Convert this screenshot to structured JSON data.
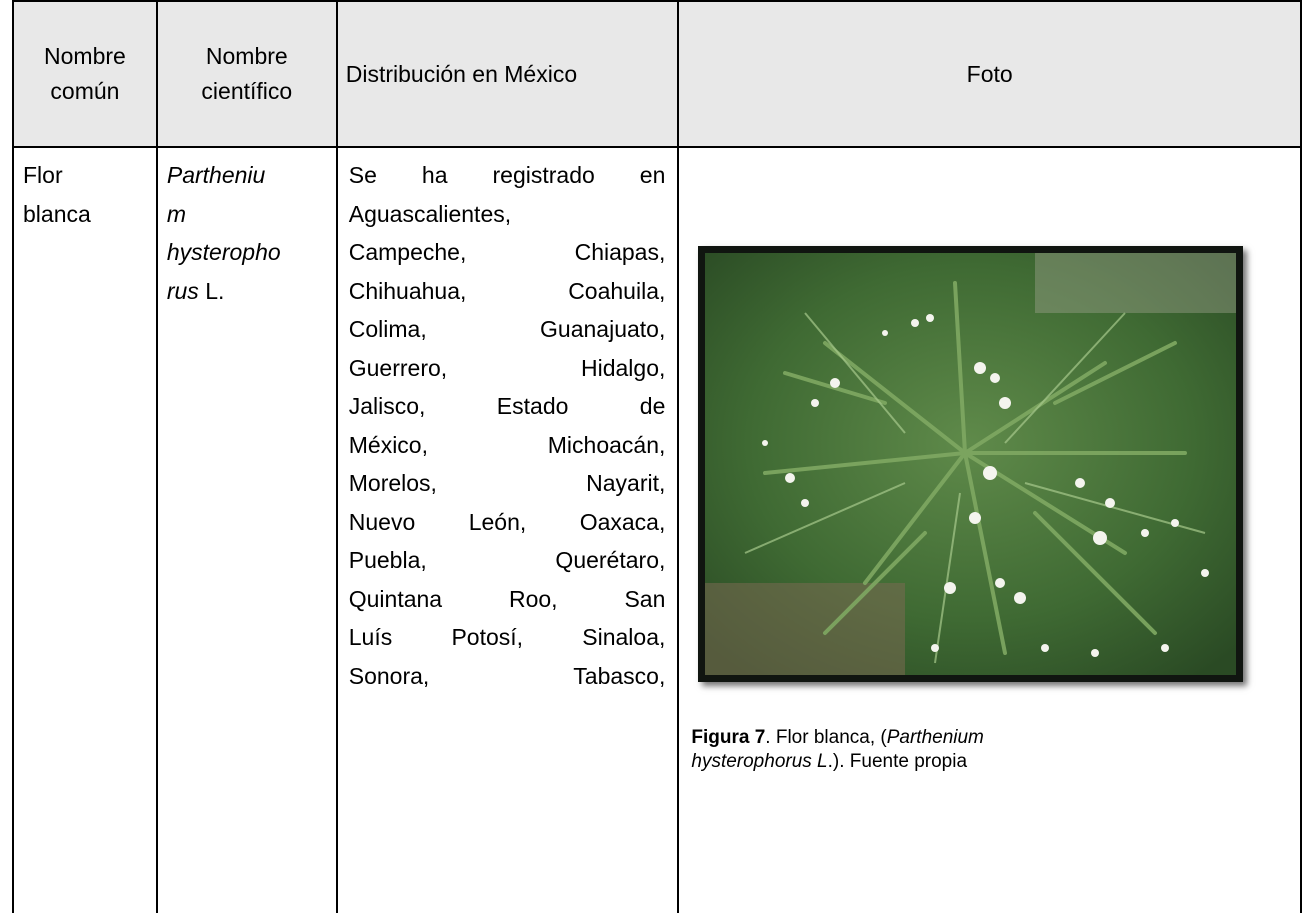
{
  "table": {
    "headers": {
      "common_name": [
        "Nombre",
        "común"
      ],
      "scientific_name": [
        "Nombre",
        "científico"
      ],
      "distribution": "Distribución en México",
      "photo": "Foto"
    },
    "row": {
      "common_name_lines": [
        "Flor",
        "blanca"
      ],
      "scientific_name_lines": [
        {
          "italic": "Partheniu",
          "plain": ""
        },
        {
          "italic": "m",
          "plain": ""
        },
        {
          "italic": "hysteropho",
          "plain": ""
        },
        {
          "italic": "rus",
          "plain": " L."
        }
      ],
      "distribution_lines": [
        "Se ha registrado en",
        "Aguascalientes,",
        "Campeche, Chiapas,",
        "Chihuahua, Coahuila,",
        "Colima, Guanajuato,",
        "Guerrero, Hidalgo,",
        "Jalisco, Estado de",
        "México, Michoacán,",
        "Morelos, Nayarit,",
        "Nuevo León, Oaxaca,",
        "Puebla, Querétaro,",
        "Quintana Roo, San",
        "Luís Potosí, Sinaloa,",
        "Sonora, Tabasco,"
      ],
      "caption": {
        "label": "Figura 7",
        "text_1": ". Flor blanca, (",
        "italic_1": "Parthenium",
        "italic_2": "hysterophorus L",
        "text_2": ".). Fuente propia"
      }
    }
  }
}
